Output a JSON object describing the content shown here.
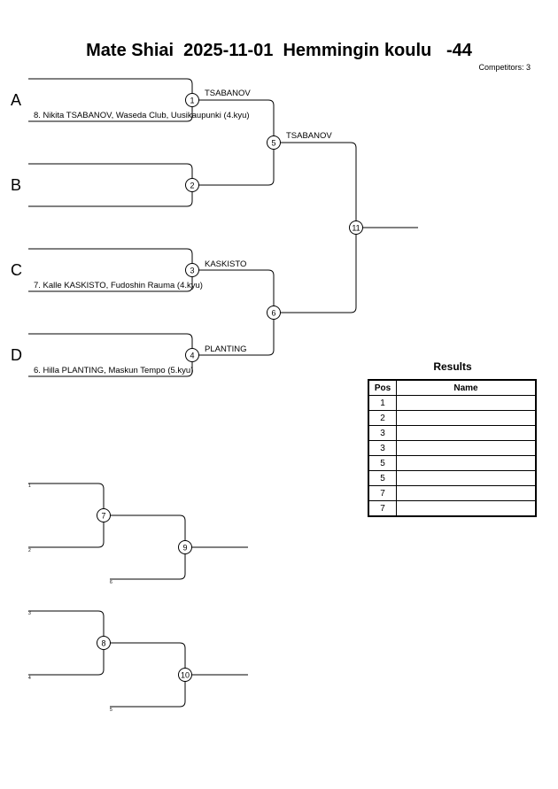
{
  "header": {
    "title": "Mate Shiai  2025-11-01  Hemmingin koulu   -44",
    "competitors": "Competitors: 3"
  },
  "pools": [
    "A",
    "B",
    "C",
    "D"
  ],
  "entries": {
    "a": "8. Nikita TSABANOV, Waseda Club, Uusikaupunki (4.kyu)",
    "c": "7. Kalle KASKISTO, Fudoshin Rauma (4.kyu)",
    "d": "6. Hilla PLANTING, Maskun Tempo (5.kyu)"
  },
  "winners": {
    "m1": "TSABANOV",
    "m5": "TSABANOV",
    "m3": "KASKISTO",
    "m4": "PLANTING"
  },
  "matches": [
    "1",
    "2",
    "3",
    "4",
    "5",
    "6",
    "7",
    "8",
    "9",
    "10",
    "11"
  ],
  "repechage": {
    "r1_top": "1",
    "r1_bottom": "2",
    "r1_third": "6",
    "r2_top": "3",
    "r2_bottom": "4",
    "r2_third": "5"
  },
  "results": {
    "title": "Results",
    "headers": {
      "pos": "Pos",
      "name": "Name"
    },
    "rows": [
      {
        "pos": "1",
        "name": ""
      },
      {
        "pos": "2",
        "name": ""
      },
      {
        "pos": "3",
        "name": ""
      },
      {
        "pos": "3",
        "name": ""
      },
      {
        "pos": "5",
        "name": ""
      },
      {
        "pos": "5",
        "name": ""
      },
      {
        "pos": "7",
        "name": ""
      },
      {
        "pos": "7",
        "name": ""
      }
    ]
  }
}
